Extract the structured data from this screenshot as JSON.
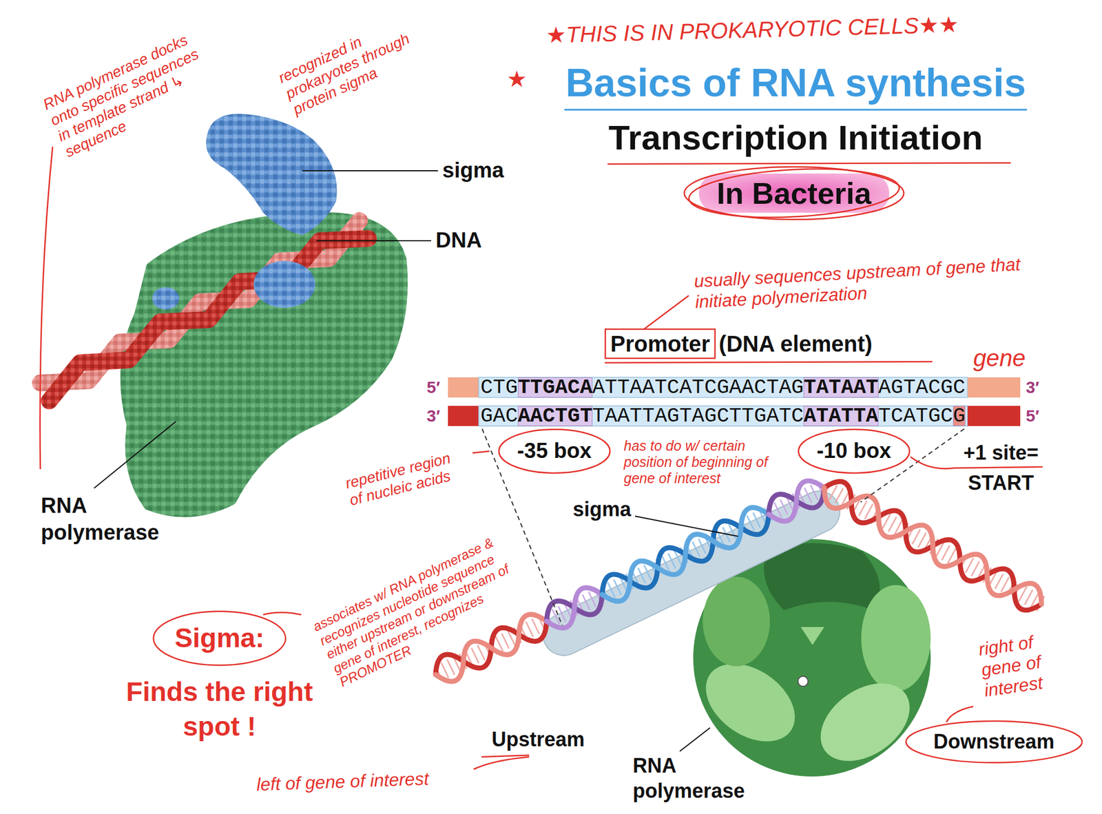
{
  "diagram": {
    "title": "Basics of RNA synthesis",
    "nodes": [
      {
        "text": [
          "In Bacteria"
        ]
      },
      {
        "text": [
          "Promoter"
        ]
      },
      {
        "text": [
          "-35 box"
        ]
      },
      {
        "text": [
          "-10 box"
        ]
      },
      {
        "text": [
          "Sigma:"
        ]
      },
      {
        "text": [
          "Downstream"
        ]
      }
    ],
    "labels": [
      "RNA polymerase docks onto specific sequences in template strand ↳ sequence",
      "recognized in prokaryotes through protein sigma",
      "★THIS IS IN PROKARYOTIC CELLS★★",
      "★",
      "Transcription Initiation",
      "sigma",
      "DNA",
      "RNA polymerase",
      "usually sequences upstream of gene that initiate polymerization",
      "(DNA element)",
      "gene",
      "5′",
      "CTG",
      "TTGACA",
      "ATTAATCATCGAACTAG",
      "TATAAT",
      "AGTACGC",
      "3′",
      "3′",
      "GAC",
      "AACTGT",
      "TAATTAGTAGCTTGATC",
      "ATATTA",
      "TCATGC",
      "G",
      "5′",
      "repetitive region of nucleic acids",
      "has to do w/ certain position of beginning of gene of interest",
      "+1 site= START",
      "sigma",
      "associates w/ RNA polymerase & recognizes nucleotide sequence either upstream or downstream of gene of interest, recognizes PROMOTER",
      "Finds the right spot !",
      "Upstream",
      "RNA polymerase",
      "left of gene of interest",
      "right of gene of interest"
    ]
  }
}
